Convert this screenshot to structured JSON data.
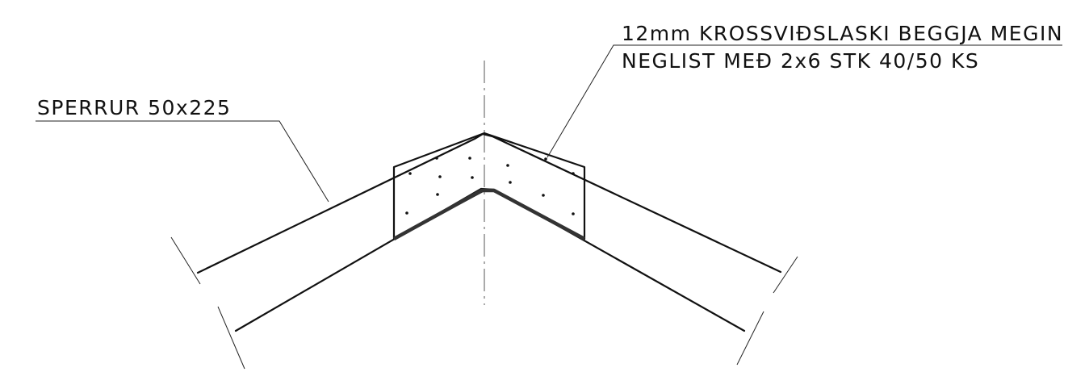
{
  "labels": {
    "rafters": "SPERRUR 50x225",
    "gusset_line1": "12mm KROSSVIÐSLASKI BEGGJA MEGIN",
    "gusset_line2": "NEGLIST MEÐ 2x6 STK 40/50 KS"
  },
  "colors": {
    "ink": "#111111",
    "background": "#ffffff"
  },
  "nails": {
    "count_per_side": 6
  }
}
